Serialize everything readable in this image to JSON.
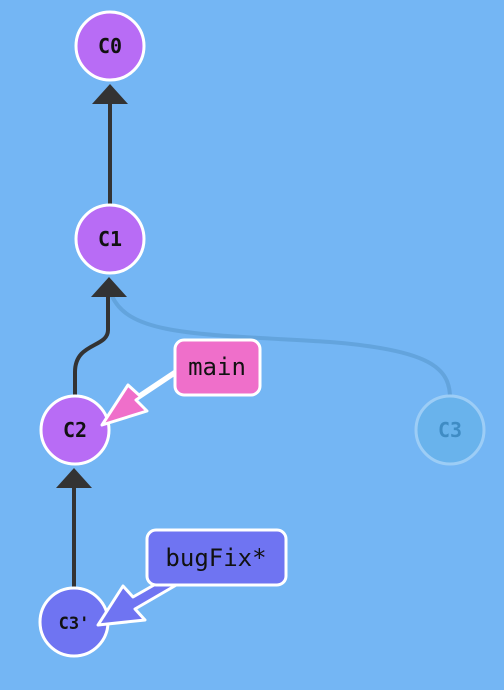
{
  "colors": {
    "background": "#74b6f4",
    "commit": "#b86cf5",
    "commit_highlight": "#6f74f2",
    "commit_ghost": "#69b3ec",
    "branch_main": "#ef6fca",
    "branch_bugfix": "#6f74f2",
    "edge": "#333333",
    "edge_ghost": "#5e9ed6"
  },
  "commits": [
    {
      "id": "C0",
      "label": "C0",
      "state": "normal"
    },
    {
      "id": "C1",
      "label": "C1",
      "state": "normal"
    },
    {
      "id": "C2",
      "label": "C2",
      "state": "normal"
    },
    {
      "id": "C3",
      "label": "C3",
      "state": "ghost"
    },
    {
      "id": "C3p",
      "label": "C3'",
      "state": "highlight"
    }
  ],
  "edges": [
    {
      "from": "C1",
      "to": "C0",
      "ghost": false
    },
    {
      "from": "C2",
      "to": "C1",
      "ghost": false
    },
    {
      "from": "C3p",
      "to": "C2",
      "ghost": false
    },
    {
      "from": "C3",
      "to": "C1",
      "ghost": true
    }
  ],
  "branches": [
    {
      "name": "main",
      "target": "C2",
      "current": false
    },
    {
      "name": "bugFix*",
      "target": "C3p",
      "current": true
    }
  ]
}
